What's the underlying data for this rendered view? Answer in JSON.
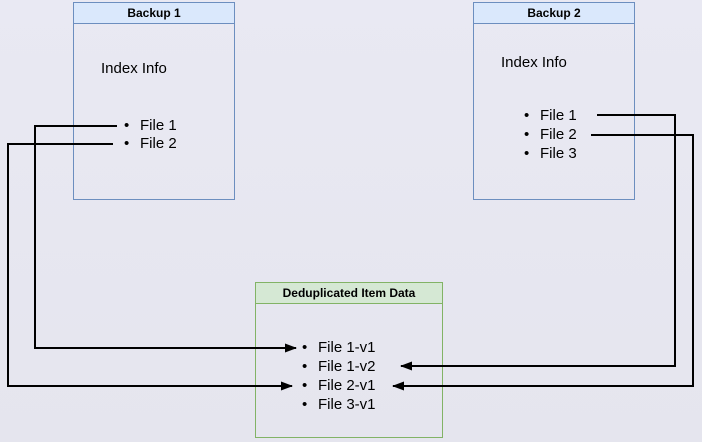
{
  "diagram": {
    "backup1": {
      "title": "Backup 1",
      "subtitle": "Index Info",
      "files": [
        "File 1",
        "File 2"
      ]
    },
    "backup2": {
      "title": "Backup 2",
      "subtitle": "Index Info",
      "files": [
        "File 1",
        "File 2",
        "File 3"
      ]
    },
    "dedup": {
      "title": "Deduplicated Item Data",
      "items": [
        "File 1-v1",
        "File 1-v2",
        "File 2-v1",
        "File 3-v1"
      ]
    },
    "connections": [
      {
        "from": "Backup 1 / File 1",
        "to": "File 1-v1"
      },
      {
        "from": "Backup 1 / File 2",
        "to": "File 2-v1"
      },
      {
        "from": "Backup 2 / File 1",
        "to": "File 1-v2"
      },
      {
        "from": "Backup 2 / File 2",
        "to": "File 2-v1"
      }
    ],
    "colors": {
      "background": "#e7e7f0",
      "blue_fill": "#dae8fc",
      "blue_border": "#6c8ebf",
      "green_fill": "#d5e8d4",
      "green_border": "#82b366",
      "arrow": "#000000"
    }
  }
}
